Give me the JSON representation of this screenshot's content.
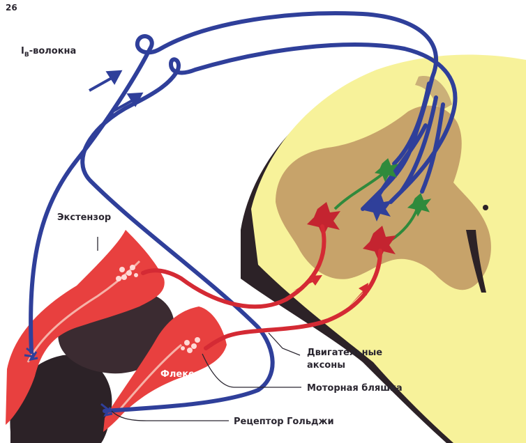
{
  "figure": {
    "number": "26",
    "fiber_label_main": "I",
    "fiber_label_sub": "B",
    "fiber_label_rest": "-волокна"
  },
  "labels": {
    "extensor": "Экстензор",
    "flexor": "Флексор",
    "motor_axons_line1": "Двигательные",
    "motor_axons_line2": "аксоны",
    "motor_plaque": "Моторная бляшка",
    "golgi_receptor": "Рецептор Гольджи"
  },
  "colors": {
    "afferent_blue": "#2f3f9a",
    "motor_red": "#d42a34",
    "interneuron_green": "#2f8a3c",
    "spinal_white_matter": "#f7f29a",
    "spinal_gray_matter": "#c7a36a",
    "muscle_red": "#e8403f",
    "bone_dark": "#2c2227"
  }
}
